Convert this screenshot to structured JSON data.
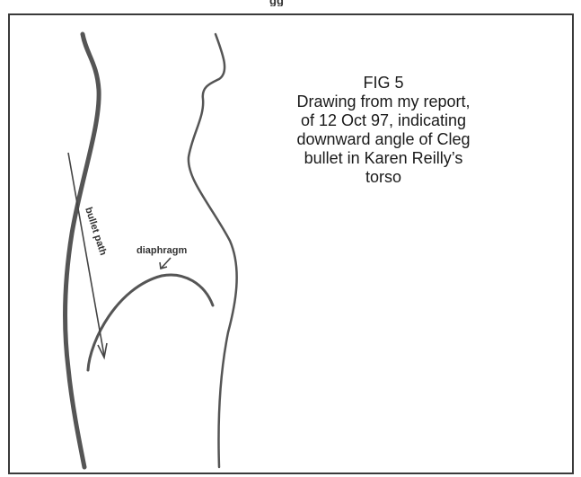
{
  "header_fragment": "gg",
  "caption": {
    "lines": [
      "FIG 5",
      "Drawing from my report,",
      "of 12 Oct 97, indicating",
      "downward angle of Cleg",
      "bullet in Karen Reilly’s",
      "torso"
    ]
  },
  "labels": {
    "bullet_path": "bullet path",
    "diaphragm": "diaphragm"
  }
}
